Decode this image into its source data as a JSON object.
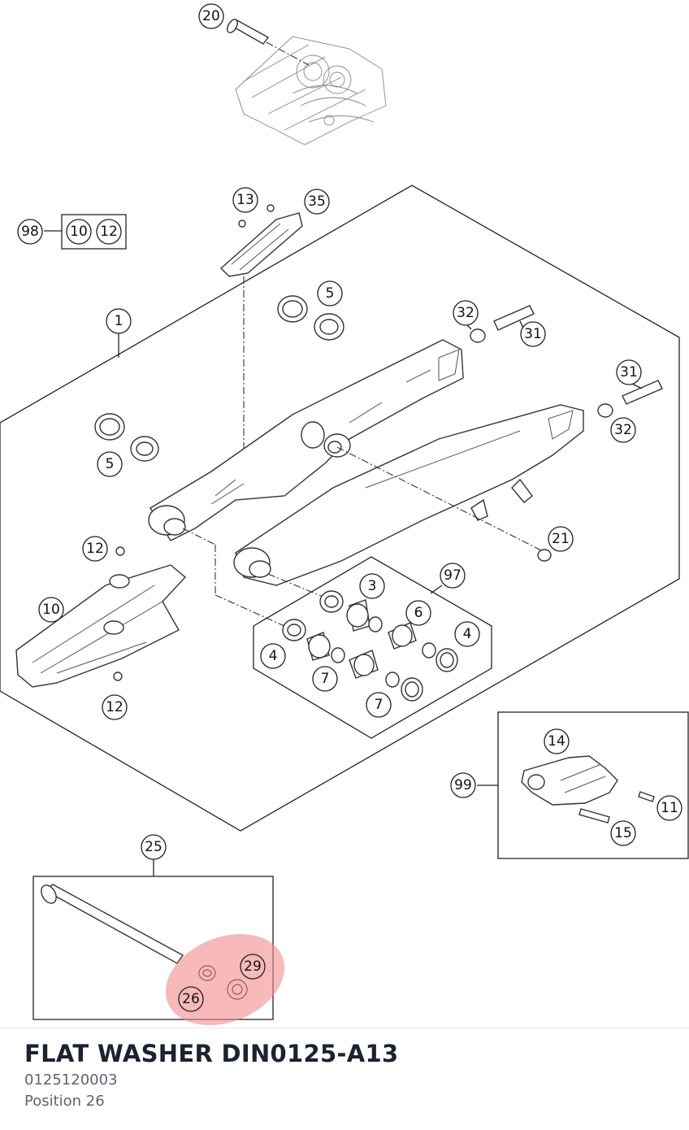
{
  "diagram": {
    "callouts": [
      {
        "id": "c20",
        "label": "20"
      },
      {
        "id": "c98",
        "label": "98"
      },
      {
        "id": "c10a",
        "label": "10"
      },
      {
        "id": "c12a",
        "label": "12"
      },
      {
        "id": "c13",
        "label": "13"
      },
      {
        "id": "c35",
        "label": "35"
      },
      {
        "id": "c1",
        "label": "1"
      },
      {
        "id": "c5a",
        "label": "5"
      },
      {
        "id": "c32a",
        "label": "32"
      },
      {
        "id": "c31a",
        "label": "31"
      },
      {
        "id": "c31b",
        "label": "31"
      },
      {
        "id": "c32b",
        "label": "32"
      },
      {
        "id": "c5b",
        "label": "5"
      },
      {
        "id": "c12b",
        "label": "12"
      },
      {
        "id": "c21",
        "label": "21"
      },
      {
        "id": "c97",
        "label": "97"
      },
      {
        "id": "c3",
        "label": "3"
      },
      {
        "id": "c10b",
        "label": "10"
      },
      {
        "id": "c6",
        "label": "6"
      },
      {
        "id": "c4a",
        "label": "4"
      },
      {
        "id": "c4b",
        "label": "4"
      },
      {
        "id": "c7a",
        "label": "7"
      },
      {
        "id": "c12c",
        "label": "12"
      },
      {
        "id": "c7b",
        "label": "7"
      },
      {
        "id": "c14",
        "label": "14"
      },
      {
        "id": "c99",
        "label": "99"
      },
      {
        "id": "c11",
        "label": "11"
      },
      {
        "id": "c15",
        "label": "15"
      },
      {
        "id": "c25",
        "label": "25"
      },
      {
        "id": "c29",
        "label": "29"
      },
      {
        "id": "c26",
        "label": "26"
      }
    ],
    "highlight_color": "#f28b8b"
  },
  "part": {
    "name": "FLAT WASHER DIN0125-A13",
    "number": "0125120003",
    "position": "Position 26"
  }
}
